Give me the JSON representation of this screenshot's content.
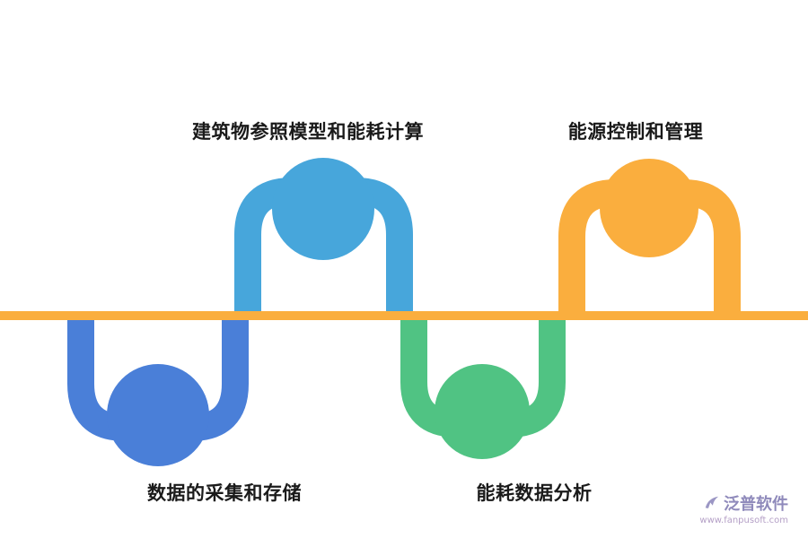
{
  "diagram": {
    "labels": {
      "top_left": "建筑物参照模型和能耗计算",
      "top_right": "能源控制和管理",
      "bottom_left": "数据的采集和存储",
      "bottom_right": "能耗数据分析"
    },
    "colors": {
      "blue": "#4a7fd8",
      "light_blue": "#47a6db",
      "green": "#50c383",
      "orange": "#faae3e",
      "baseline": "#faae3e",
      "label_text": "#1a1a1a"
    }
  },
  "logo": {
    "name": "泛普软件",
    "url": "www.fanpusoft.com",
    "icon": "swoosh-icon",
    "color": "#8f8abb"
  }
}
